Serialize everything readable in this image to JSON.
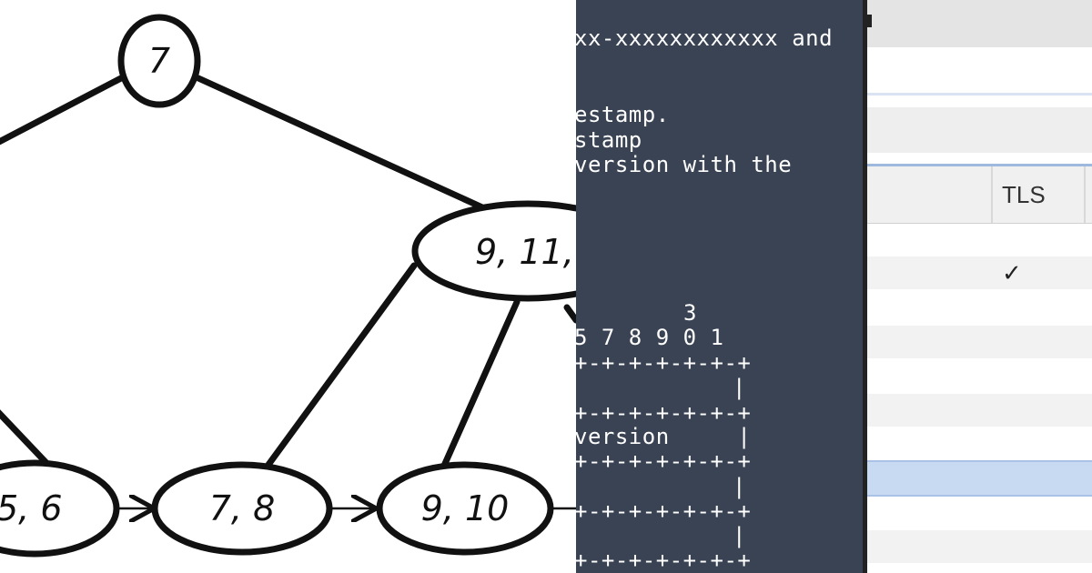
{
  "tree": {
    "nodes": {
      "root": "7",
      "right_inner": "9, 11,",
      "leaf_a": "5, 6",
      "leaf_b": "7, 8",
      "leaf_c": "9, 10"
    }
  },
  "terminal": {
    "lines": [
      "xx-xxxxxxxxxxxx and",
      "estamp.",
      "stamp",
      "version with the",
      "3",
      "5 7 8 9 0 1",
      "+-+-+-+-+-+-+",
      "|",
      "+-+-+-+-+-+-+",
      "version     |",
      "+-+-+-+-+-+-+",
      "|",
      "+-+-+-+-+-+-+",
      "|",
      "+-+-+-+-+-+-+"
    ]
  },
  "table": {
    "column_header": "TLS",
    "checkmark": "✓"
  },
  "colors": {
    "terminal_bg": "#394353",
    "selection": "#c8daf2"
  }
}
